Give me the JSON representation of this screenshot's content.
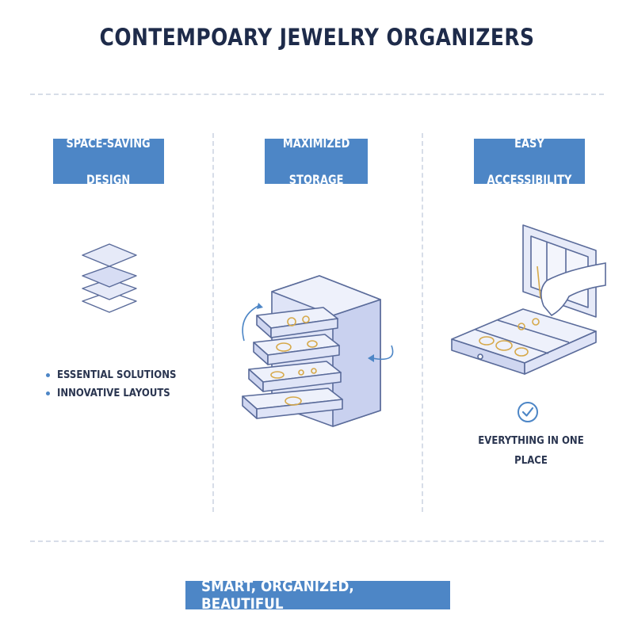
{
  "title": "CONTEMPOARY JEWELRY ORGANIZERS",
  "columns": [
    {
      "heading_line1": "SPACE-SAVING",
      "heading_line2": "DESIGN",
      "bullets": [
        "ESSENTIAL SOLUTIONS",
        "INNOVATIVE LAYOUTS"
      ],
      "icon": "stacked-layers-icon"
    },
    {
      "heading_line1": "MAXIMIZED",
      "heading_line2": "STORAGE",
      "icon": "drawer-cabinet-icon"
    },
    {
      "heading_line1": "EASY",
      "heading_line2": "ACCESSIBILITY",
      "caption": "EVERYTHING IN ONE PLACE",
      "icon": "open-jewelry-box-icon",
      "badge_icon": "checkmark-circle-icon"
    }
  ],
  "footer": "SMART, ORGANIZED, BEAUTIFUL",
  "colors": {
    "accent": "#4d86c6",
    "title": "#1e2b4a",
    "line": "#5a6b9a",
    "fill": "#e6eaf8",
    "gold": "#d6a94a",
    "divider": "#d7dde8"
  }
}
